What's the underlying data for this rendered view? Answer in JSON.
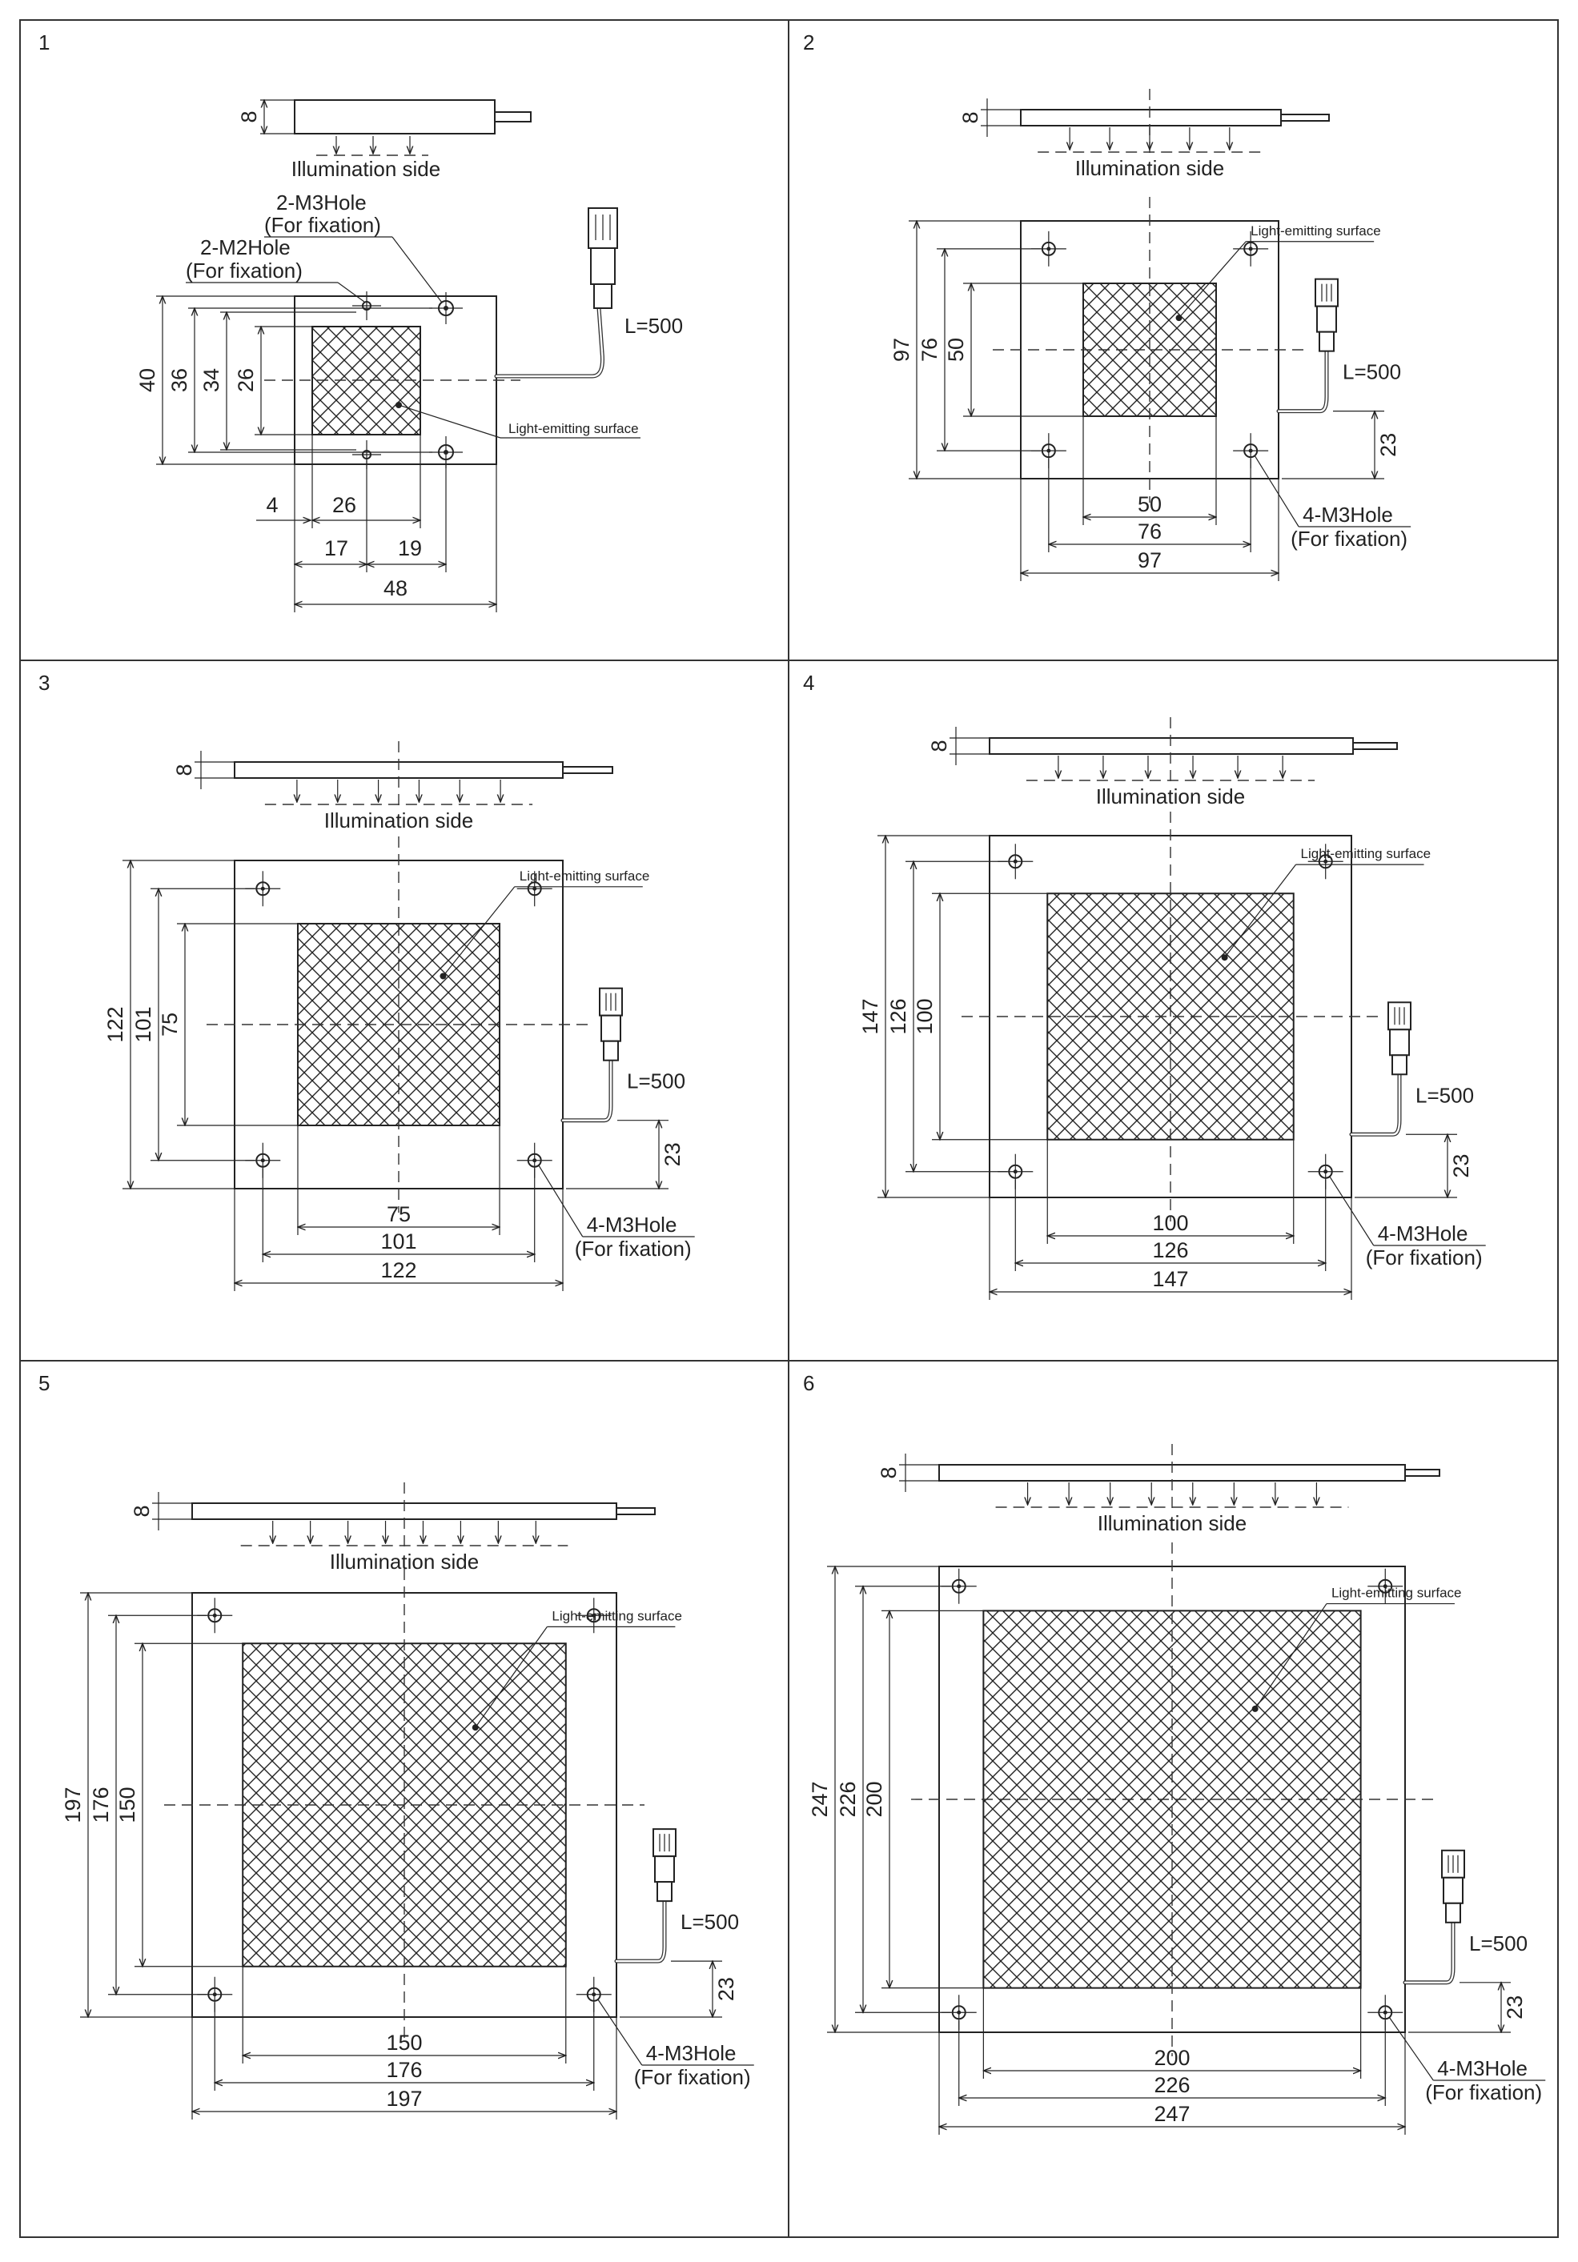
{
  "colors": {
    "line": "#222222",
    "frame": "#333333",
    "background": "#ffffff"
  },
  "labels": {
    "illumination_side": "Illumination side",
    "light_emitting_surface": "Light-emitting surface",
    "cable_length": "L=500",
    "thickness": "8",
    "cable_offset": "23",
    "m3_hole_2": "2-M3Hole",
    "m2_hole_2": "2-M2Hole",
    "m3_hole_4": "4-M3Hole",
    "for_fixation": "(For fixation)"
  },
  "panel1": {
    "number": "1",
    "dims": {
      "d40": "40",
      "d36": "36",
      "d34": "34",
      "d26v": "26",
      "d4": "4",
      "d26h": "26",
      "d17": "17",
      "d19": "19",
      "d48": "48"
    }
  },
  "panels": [
    {
      "number": "2",
      "outer": "97",
      "holes": "76",
      "surface": "50"
    },
    {
      "number": "3",
      "outer": "122",
      "holes": "101",
      "surface": "75"
    },
    {
      "number": "4",
      "outer": "147",
      "holes": "126",
      "surface": "100"
    },
    {
      "number": "5",
      "outer": "197",
      "holes": "176",
      "surface": "150"
    },
    {
      "number": "6",
      "outer": "247",
      "holes": "226",
      "surface": "200"
    }
  ]
}
